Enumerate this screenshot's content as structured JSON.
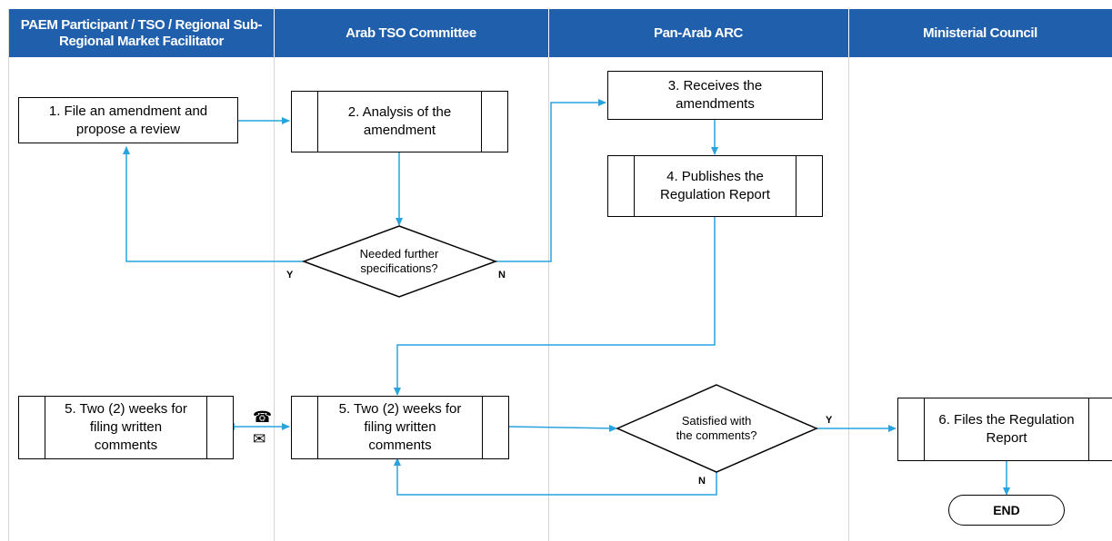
{
  "lanes": [
    {
      "header": "PAEM Participant / TSO / Regional Sub-Regional Market Facilitator"
    },
    {
      "header": "Arab TSO Committee"
    },
    {
      "header": "Pan-Arab ARC"
    },
    {
      "header": "Ministerial Council"
    }
  ],
  "steps": {
    "s1": "1. File an amendment and propose a review",
    "s2": "2. Analysis of the amendment",
    "s3": "3. Receives the amendments",
    "s4": "4. Publishes the Regulation Report",
    "s5a": "5. Two (2) weeks for filing written comments",
    "s5b": "5. Two (2) weeks for filing written comments",
    "s6": "6. Files the Regulation Report"
  },
  "decisions": {
    "d1": "Needed further specifications?",
    "d2": "Satisfied with the comments?"
  },
  "labels": {
    "d1_yes": "Y",
    "d1_no": "N",
    "d2_yes": "Y",
    "d2_no": "N"
  },
  "end_label": "END",
  "icons": {
    "phone": "telephone-icon",
    "mail": "envelope-icon"
  },
  "colors": {
    "header": "#1f5fac",
    "connector": "#29a3de"
  }
}
